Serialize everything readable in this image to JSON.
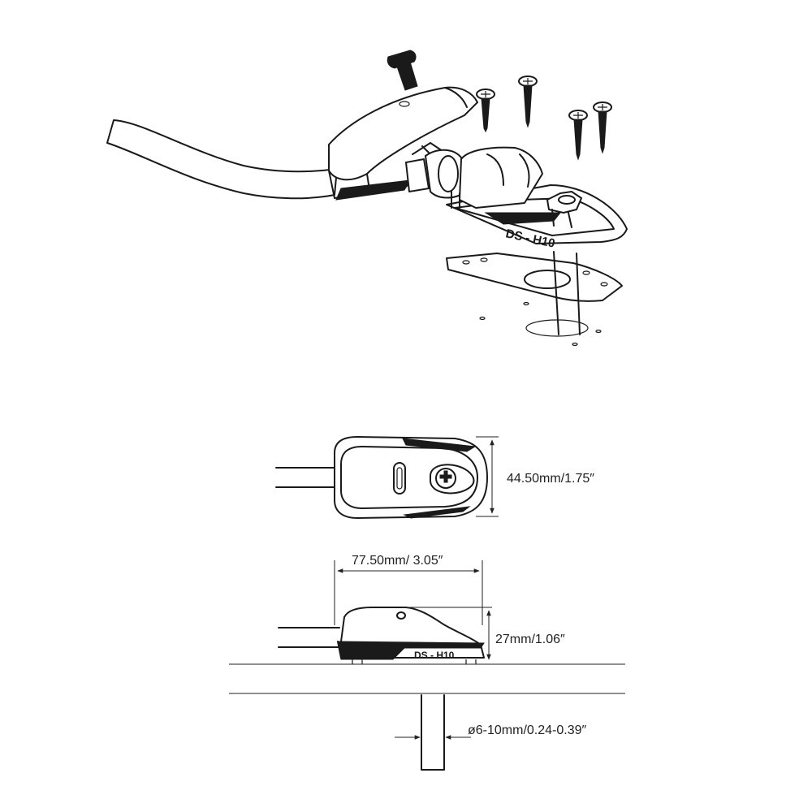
{
  "product": {
    "model_marking": "DS - H10",
    "model_marking_side": "DS - H10"
  },
  "dimensions": {
    "width": "44.50mm/1.75″",
    "length": "77.50mm/ 3.05″",
    "height": "27mm/1.06″",
    "cable_diameter": "ø6-10mm/0.24-0.39″"
  }
}
